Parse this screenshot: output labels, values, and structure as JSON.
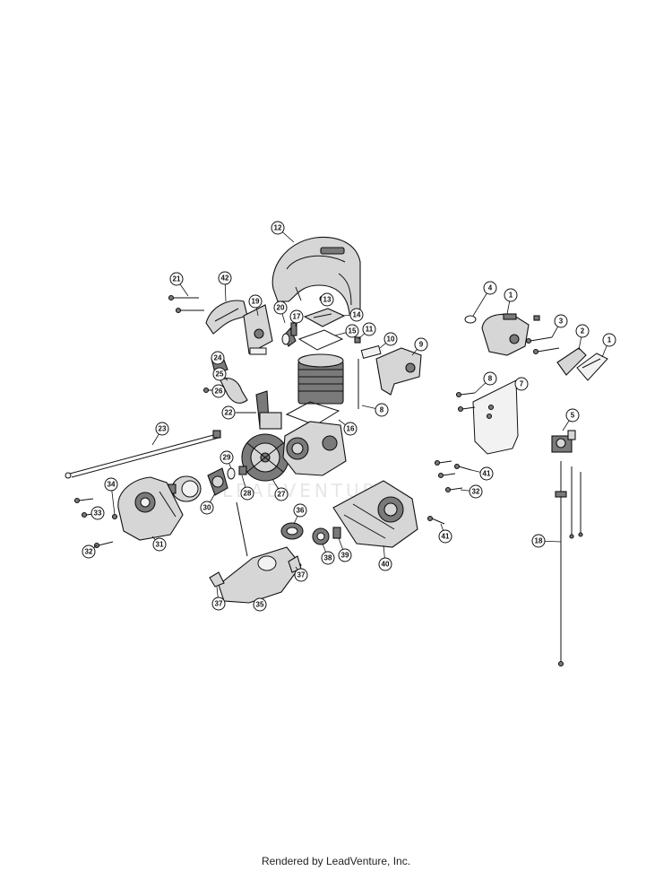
{
  "watermark": "LEADVENTURE",
  "footer": "Rendered by LeadVenture, Inc.",
  "callouts": [
    "12",
    "21",
    "42",
    "19",
    "20",
    "17",
    "13",
    "14",
    "15",
    "11",
    "10",
    "9",
    "4",
    "1",
    "3",
    "2",
    "1",
    "24",
    "25",
    "26",
    "22",
    "23",
    "29",
    "28",
    "27",
    "16",
    "8",
    "8",
    "7",
    "5",
    "41",
    "32",
    "34",
    "33",
    "30",
    "31",
    "32",
    "36",
    "38",
    "39",
    "40",
    "41",
    "37",
    "37",
    "35",
    "18"
  ]
}
